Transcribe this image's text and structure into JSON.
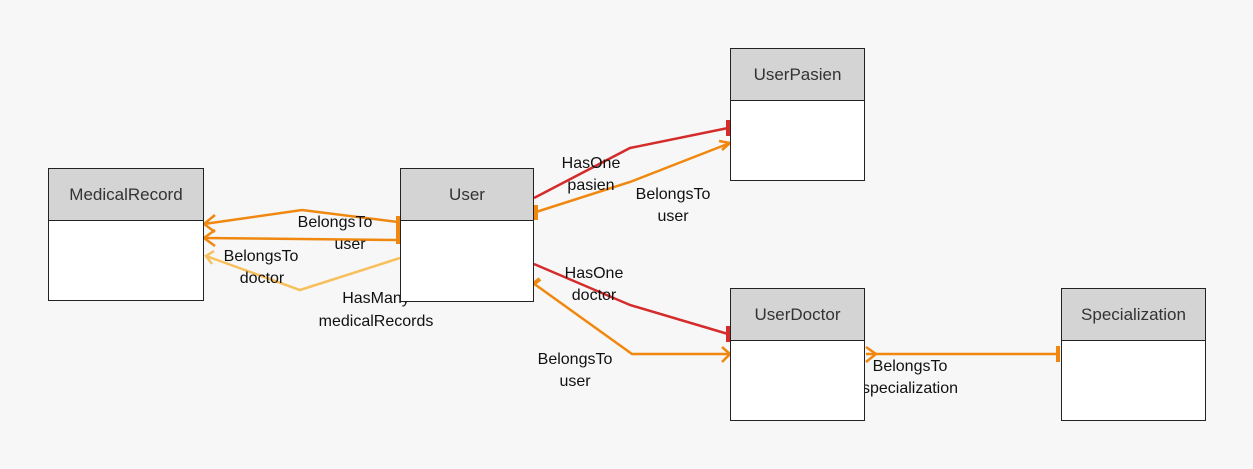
{
  "colors": {
    "belongs_to": "#f0880f",
    "has_one": "#d42b2b",
    "has_many": "#f7c05c",
    "header_bg": "#d4d4d4",
    "canvas_bg": "#f7f7f7"
  },
  "entities": {
    "medical_record": "MedicalRecord",
    "user": "User",
    "user_pasien": "UserPasien",
    "user_doctor": "UserDoctor",
    "specialization": "Specialization"
  },
  "relations": {
    "mr_user": {
      "type": "BelongsTo",
      "name": "user"
    },
    "mr_doctor": {
      "type": "BelongsTo",
      "name": "doctor"
    },
    "user_mr": {
      "type": "HasMany",
      "name": "medicalRecords"
    },
    "user_pasien": {
      "type": "HasOne",
      "name": "pasien"
    },
    "pasien_user": {
      "type": "BelongsTo",
      "name": "user"
    },
    "user_doctor": {
      "type": "HasOne",
      "name": "doctor"
    },
    "doctor_user": {
      "type": "BelongsTo",
      "name": "user"
    },
    "doctor_spec": {
      "type": "BelongsTo",
      "name": "specialization"
    }
  }
}
